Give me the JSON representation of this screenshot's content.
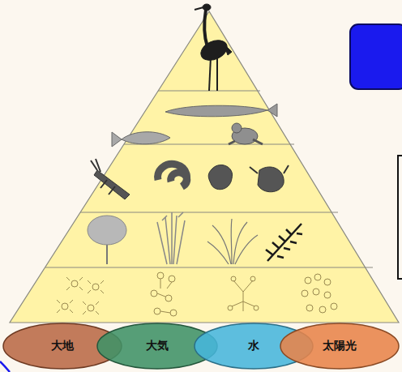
{
  "diagram": {
    "nodes": [
      {
        "text": [
          "大地"
        ]
      },
      {
        "text": [
          "大気"
        ]
      },
      {
        "text": [
          "水"
        ]
      },
      {
        "text": [
          "太陽光"
        ]
      }
    ]
  }
}
